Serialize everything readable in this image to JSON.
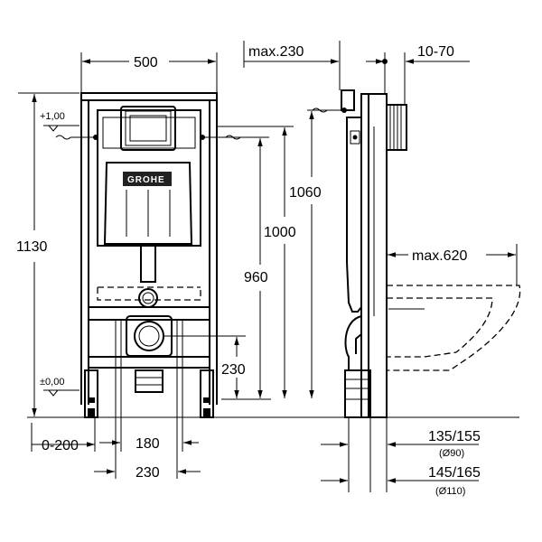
{
  "front_view": {
    "width_top": "500",
    "height_total": "1130",
    "height_1000": "1000",
    "height_960": "960",
    "height_230": "230",
    "level_top": "+1,00",
    "level_floor": "±0,00",
    "range_0_200": "0-200",
    "width_180": "180",
    "width_230": "230",
    "logo": "GROHE"
  },
  "side_view": {
    "max_230": "max.230",
    "range_10_70": "10-70",
    "height_1060": "1060",
    "max_620": "max.620",
    "pipe_135_155": "135/155",
    "pipe_d90": "(Ø90)",
    "pipe_145_165": "145/165",
    "pipe_d110": "(Ø110)"
  }
}
